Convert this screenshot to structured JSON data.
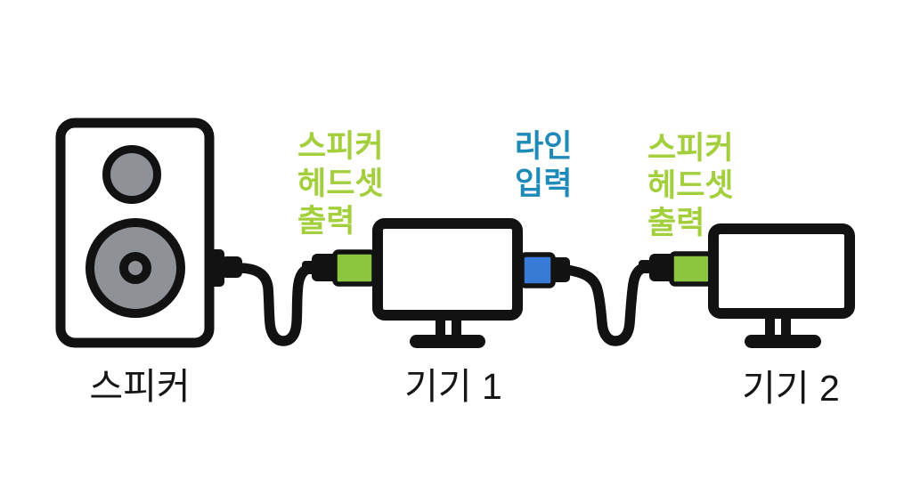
{
  "diagram": {
    "title_hint": "audio-cable-connection-diagram",
    "colors": {
      "background": "#ffffff",
      "outline": "#121212",
      "speaker_cone": "#8e9196",
      "green_jack": "#8cc63f",
      "green_text": "#a3cf3c",
      "blue_jack": "#377bd6",
      "blue_text": "#1e8ab8",
      "label_text": "#161616"
    },
    "devices": {
      "speaker": {
        "label": "스피커"
      },
      "device1": {
        "label": "기기 1"
      },
      "device2": {
        "label": "기기 2"
      }
    },
    "port_labels": {
      "output1": {
        "color": "green",
        "lines": [
          "스피커",
          "헤드셋",
          "출력"
        ]
      },
      "line_in": {
        "color": "blue",
        "lines": [
          "라인",
          "입력"
        ]
      },
      "output2": {
        "color": "green",
        "lines": [
          "스피커",
          "헤드셋",
          "출력"
        ]
      }
    },
    "icons": {
      "speaker": "loudspeaker-icon",
      "device1": "monitor-icon",
      "device2": "monitor-icon",
      "connector_green": "audio-jack-green",
      "connector_blue": "audio-jack-blue",
      "cable": "audio-cable"
    }
  }
}
